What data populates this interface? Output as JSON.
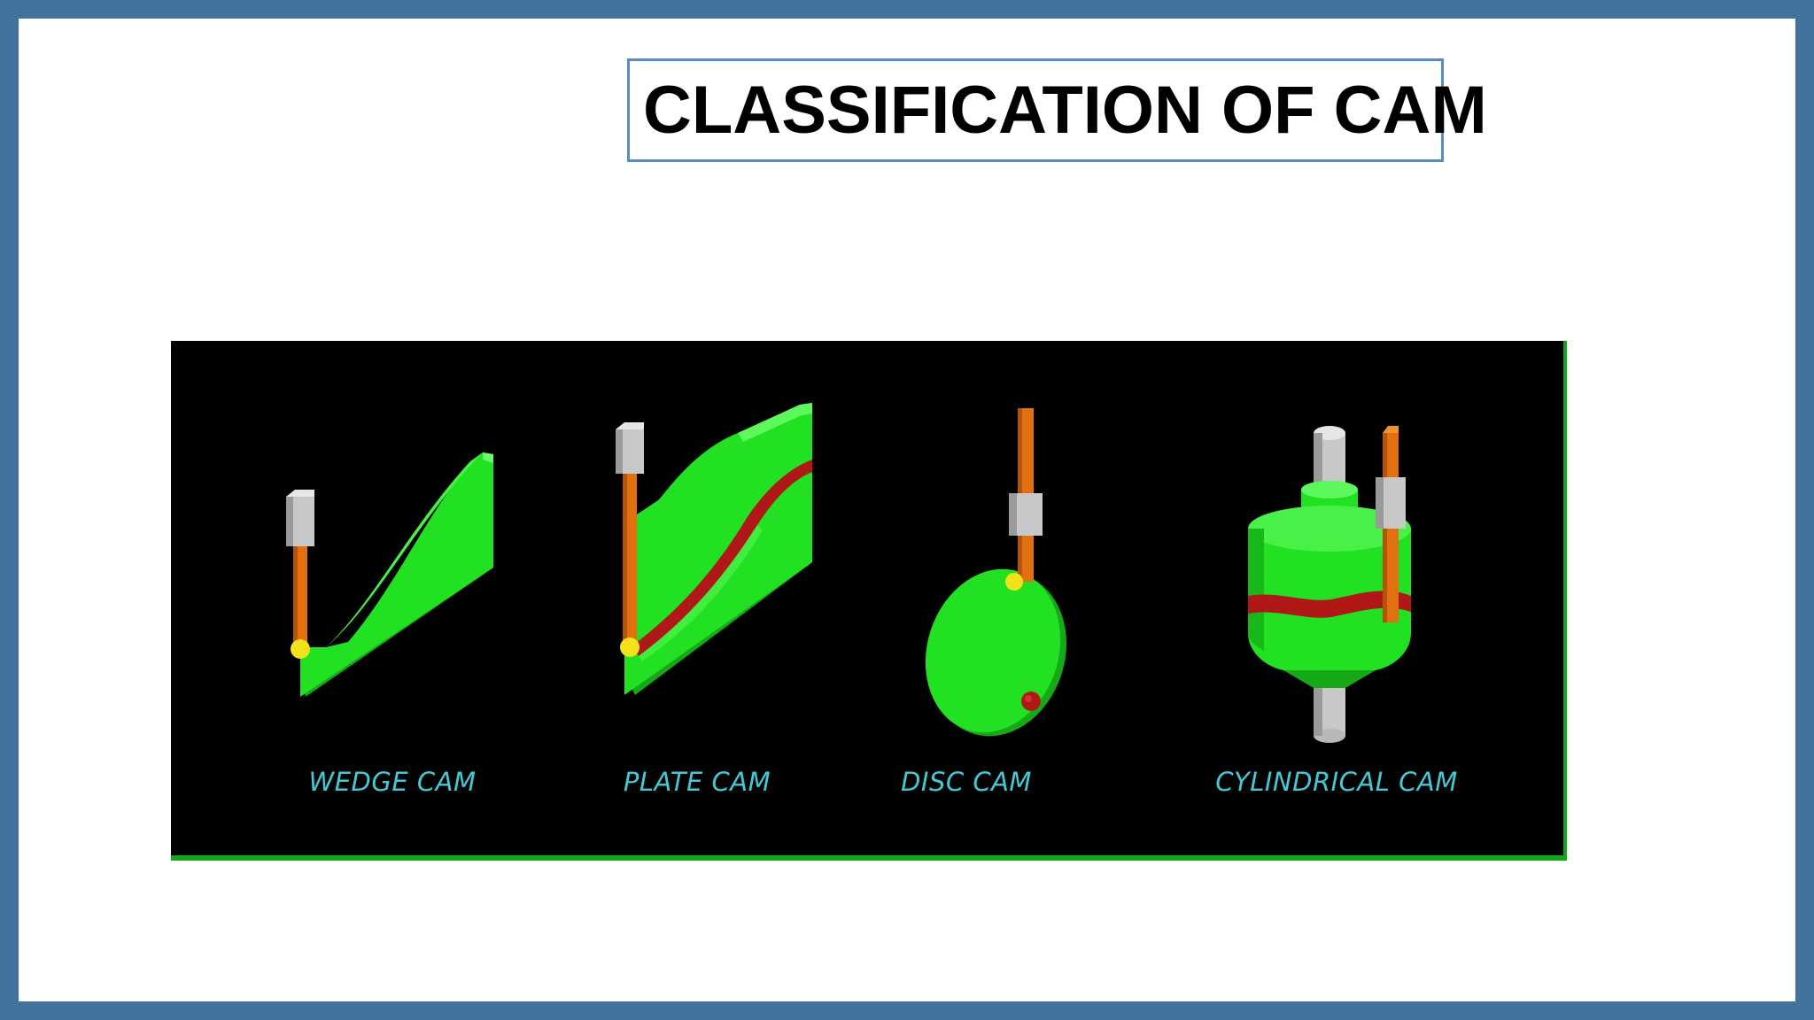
{
  "slide": {
    "title": "CLASSIFICATION OF CAM"
  },
  "figure": {
    "cams": [
      {
        "label": "WEDGE CAM"
      },
      {
        "label": "PLATE CAM"
      },
      {
        "label": "DISC CAM"
      },
      {
        "label": "CYLINDRICAL CAM"
      }
    ]
  },
  "colors": {
    "frame": "#44729e",
    "title_border": "#5b8bc6",
    "panel_background": "#000000",
    "cam_body": "#22e022",
    "follower_rod": "#e07010",
    "follower_guide": "#c8c8c8",
    "roller": "#f2e21a",
    "groove": "#b01818",
    "label_text": "#43c9d6"
  }
}
